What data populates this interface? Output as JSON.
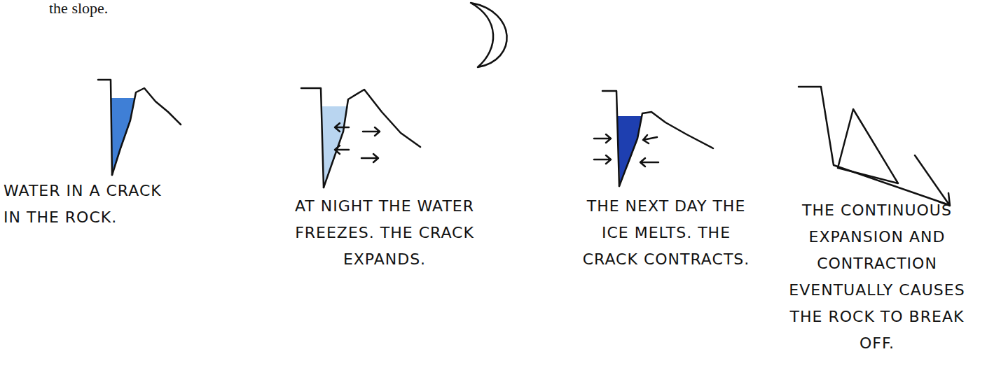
{
  "diagram": {
    "labels": [
      "the slope.",
      "WATER IN A CRACK IN THE ROCK.",
      "AT NIGHT THE WATER FREEZES. THE CRACK EXPANDS.",
      "THE NEXT DAY THE ICE MELTS. THE CRACK CONTRACTS.",
      "THE CONTINUOUS EXPANSION AND CONTRACTION EVENTUALLY CAUSES THE ROCK TO BREAK OFF."
    ]
  }
}
